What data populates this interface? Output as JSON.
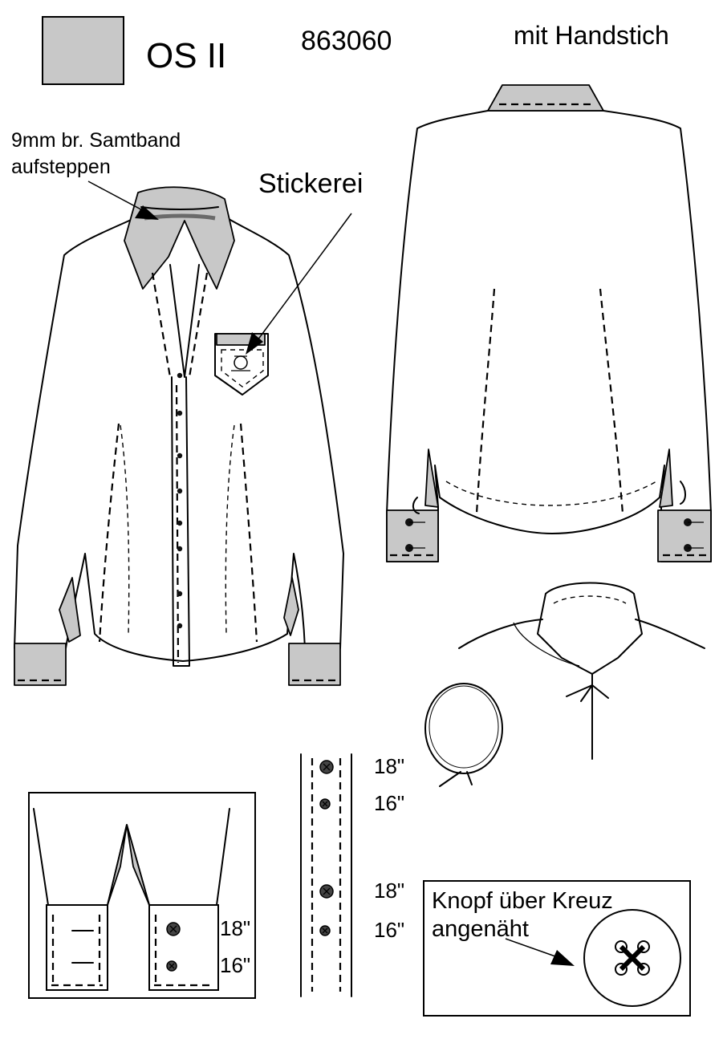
{
  "header": {
    "swatch_color": "#c8c8c8",
    "model": "OS II",
    "article_no": "863060",
    "note": "mit Handstich"
  },
  "annotations": {
    "velvet_line1": "9mm br. Samtband",
    "velvet_line2": "aufsteppen",
    "embroidery": "Stickerei"
  },
  "button_sizes": {
    "large": "18\"",
    "small": "16\""
  },
  "placket_detail": {
    "labels": [
      "18\"",
      "16\"",
      "18\"",
      "16\""
    ]
  },
  "cuff_detail": {
    "labels": [
      "18\"",
      "16\""
    ]
  },
  "button_note": {
    "line1": "Knopf über Kreuz",
    "line2": "angenäht"
  },
  "colors": {
    "contrast_gray": "#c8c8c8",
    "line": "#000000",
    "background": "#ffffff"
  }
}
